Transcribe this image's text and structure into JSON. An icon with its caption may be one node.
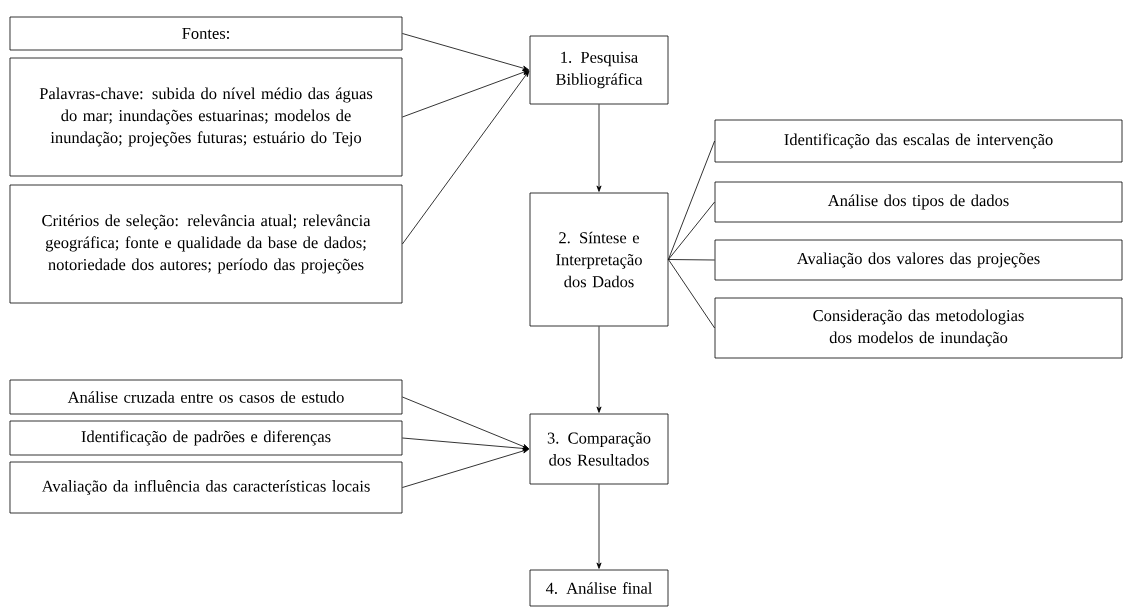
{
  "diagram": {
    "nodes": [
      {
        "text": [
          "Fontes:"
        ]
      },
      {
        "text": [
          "Palavras-chave: subida do nível médio das águas do mar; inundações estuarinas; modelos de inundação; projeções futuras; estuário do Tejo"
        ]
      },
      {
        "text": [
          "Critérios de seleção: relevância atual; relevância geográfica; fonte e qualidade da base de dados; notoriedade dos autores; período das projeções"
        ]
      },
      {
        "text": [
          "1. Pesquisa Bibliográfica"
        ]
      },
      {
        "text": [
          "2. Síntese e Interpretação dos Dados"
        ]
      },
      {
        "text": [
          "Identificação das escalas de intervenção"
        ]
      },
      {
        "text": [
          "Análise dos tipos de dados"
        ]
      },
      {
        "text": [
          "Avaliação dos valores das projeções"
        ]
      },
      {
        "text": [
          "Consideração das metodologias dos modelos de inundação"
        ]
      },
      {
        "text": [
          "Análise cruzada entre os casos de estudo"
        ]
      },
      {
        "text": [
          "Identificação de padrões e diferenças"
        ]
      },
      {
        "text": [
          "Avaliação da influência das características locais"
        ]
      },
      {
        "text": [
          "3. Comparação dos Resultados"
        ]
      },
      {
        "text": [
          "4. Análise final"
        ]
      }
    ],
    "edges": [
      {
        "from": 0,
        "to": 3,
        "arrow": "to"
      },
      {
        "from": 1,
        "to": 3,
        "arrow": "to"
      },
      {
        "from": 2,
        "to": 3,
        "arrow": "to"
      },
      {
        "from": 3,
        "to": 4,
        "arrow": "to"
      },
      {
        "from": 4,
        "to": 5,
        "arrow": "none"
      },
      {
        "from": 4,
        "to": 6,
        "arrow": "none"
      },
      {
        "from": 4,
        "to": 7,
        "arrow": "none"
      },
      {
        "from": 4,
        "to": 8,
        "arrow": "none"
      },
      {
        "from": 4,
        "to": 12,
        "arrow": "to"
      },
      {
        "from": 9,
        "to": 12,
        "arrow": "to"
      },
      {
        "from": 10,
        "to": 12,
        "arrow": "to"
      },
      {
        "from": 11,
        "to": 12,
        "arrow": "to"
      },
      {
        "from": 12,
        "to": 13,
        "arrow": "to"
      }
    ]
  }
}
